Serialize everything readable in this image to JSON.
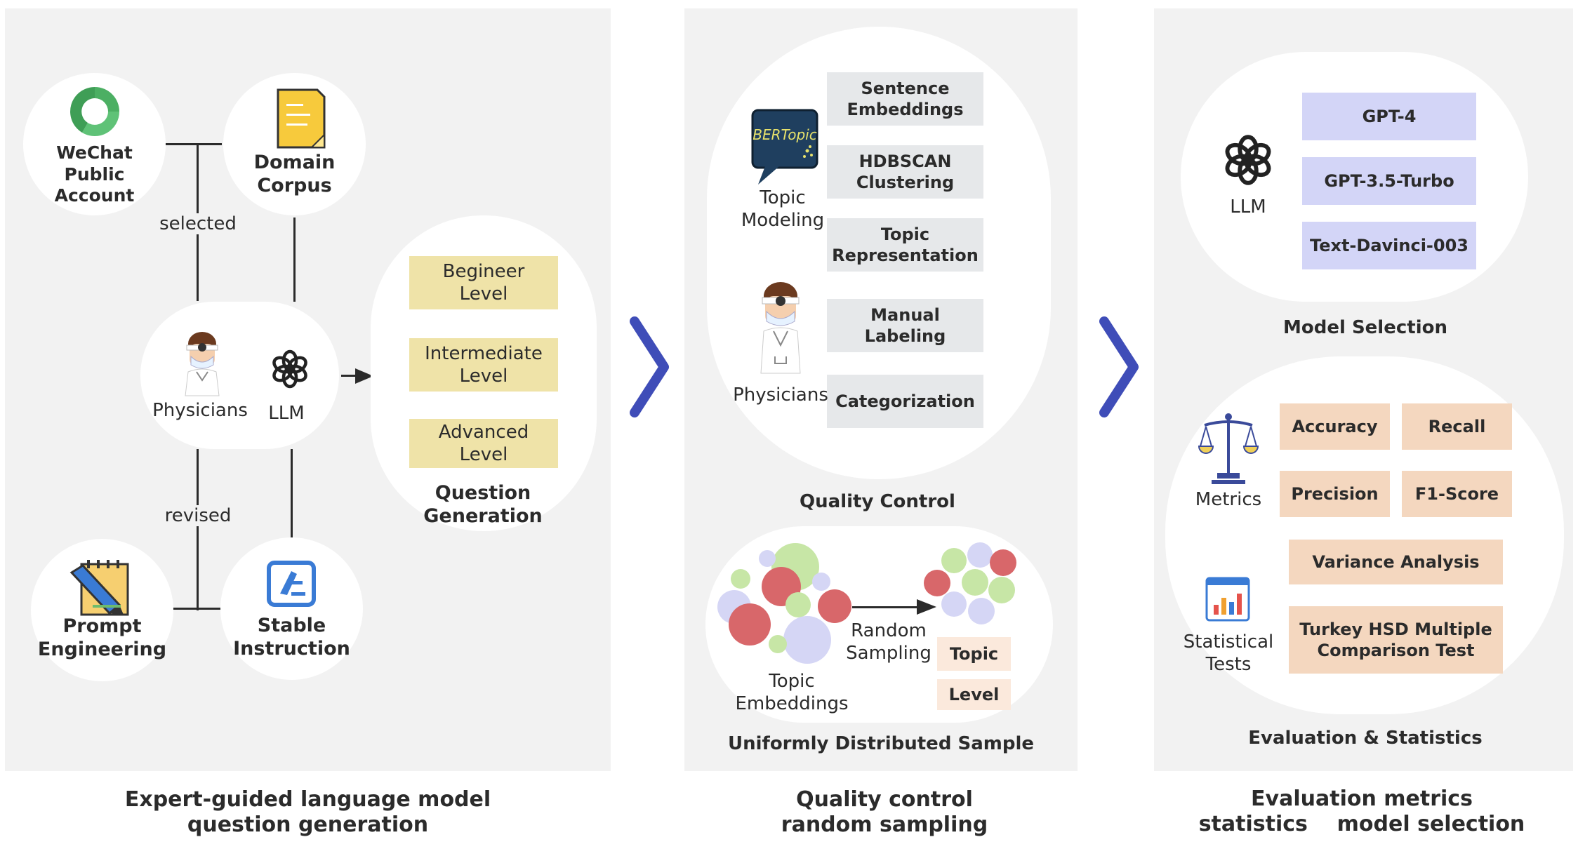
{
  "left": {
    "sources": {
      "wechat": "WeChat\nPublic\nAccount",
      "domain": "Domain\nCorpus"
    },
    "selected": "selected",
    "revised": "revised",
    "physicians": "Physicians",
    "llm": "LLM",
    "prompt": "Prompt\nEngineering",
    "stable": "Stable\nInstruction",
    "levels": [
      "Begineer\nLevel",
      "Intermediate\nLevel",
      "Advanced\nLevel"
    ],
    "question_generation": "Question\nGeneration",
    "caption": "Expert-guided language model\nquestion generation"
  },
  "middle": {
    "bertopic_logo": "BERTopic",
    "topic_modeling": "Topic\nModeling",
    "steps": [
      "Sentence\nEmbeddings",
      "HDBSCAN\nClustering",
      "Topic\nRepresentation",
      "Manual\nLabeling",
      "Categorization"
    ],
    "physicians": "Physicians",
    "quality_control": "Quality Control",
    "random_sampling": "Random\nSampling",
    "topic_embeddings": "Topic\nEmbeddings",
    "sample_tags": [
      "Topic",
      "Level"
    ],
    "uniform_sample": "Uniformly Distributed Sample",
    "caption": "Quality control\nrandom sampling"
  },
  "right": {
    "llm": "LLM",
    "models": [
      "GPT-4",
      "GPT-3.5-Turbo",
      "Text-Davinci-003"
    ],
    "model_selection": "Model Selection",
    "metrics_label": "Metrics",
    "metrics": [
      "Accuracy",
      "Recall",
      "Precision",
      "F1-Score"
    ],
    "stat_tests_label": "Statistical\nTests",
    "tests": [
      "Variance Analysis",
      "Turkey HSD Multiple\nComparison Test"
    ],
    "eval_stats": "Evaluation & Statistics",
    "caption": "Evaluation metrics\nstatistics    model selection"
  },
  "colors": {
    "panel": "#f2f2f2",
    "chevron": "#3f4db8",
    "yellow": "#efe3a8",
    "gray": "#e6e8ea",
    "blue": "#d3d5f7",
    "orange": "#f4d7bf"
  }
}
